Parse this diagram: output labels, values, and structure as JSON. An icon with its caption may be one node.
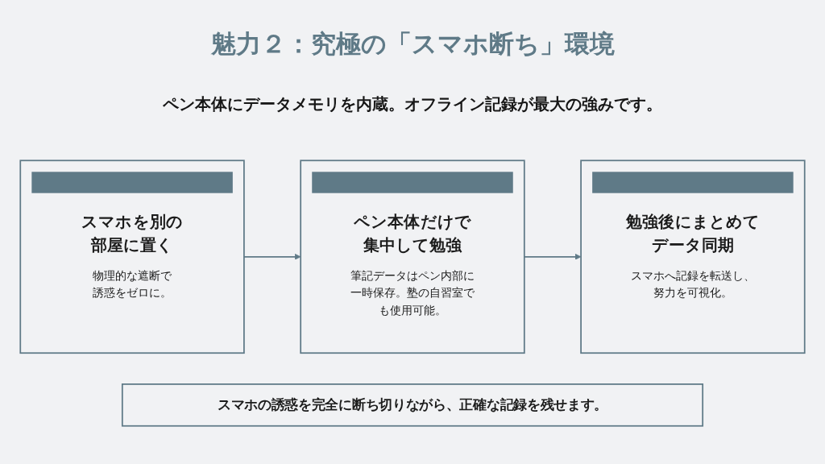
{
  "diagram": {
    "title": "魅力２：究極の「スマホ断ち」環境",
    "nodes": [
      {
        "text": [
          "スマホを別の部屋に置く",
          "物理的な遮断で誘惑をゼロに。"
        ]
      },
      {
        "text": [
          "ペン本体だけで集中して勉強",
          "筆記データはペン内部に一時保存。塾の自習室でも使用可能。"
        ]
      },
      {
        "text": [
          "勉強後にまとめてデータ同期",
          "スマホへ記録を転送し、努力を可視化。"
        ]
      },
      {
        "text": [
          "スマホの誘惑を完全に断ち切りながら、正確な記録を残せます。"
        ]
      }
    ],
    "edges": [
      {
        "from": 0,
        "to": 1,
        "arrow": "to"
      },
      {
        "from": 1,
        "to": 2,
        "arrow": "to"
      }
    ],
    "labels": [
      "ペン本体にデータメモリを内蔵。オフライン記録が最大の強みです。"
    ]
  }
}
